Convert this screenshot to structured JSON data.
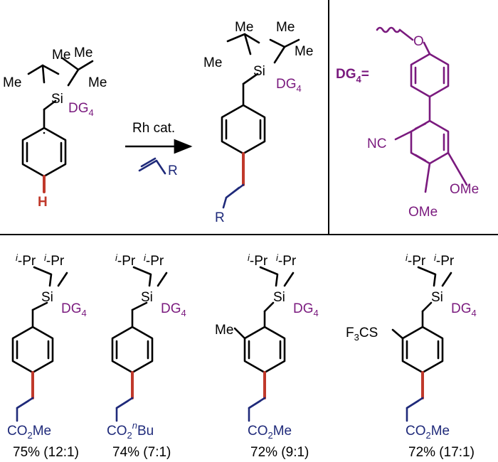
{
  "top": {
    "substrate": {
      "me1": "Me",
      "me2": "Me",
      "me3": "Me",
      "me4": "Me",
      "si": "Si",
      "dg": "DG",
      "dg_sub": "4",
      "h": "H"
    },
    "conditions": {
      "catalyst": "Rh cat.",
      "alkene_r": "R"
    },
    "product": {
      "me1": "Me",
      "me2": "Me",
      "me3": "Me",
      "me4": "Me",
      "si": "Si",
      "dg": "DG",
      "dg_sub": "4",
      "r": "R"
    }
  },
  "dg_panel": {
    "label": "DG",
    "label_sub": "4",
    "label_eq": "=",
    "o": "O",
    "nc": "NC",
    "ome1": "OMe",
    "ome2": "OMe"
  },
  "examples": [
    {
      "ipr1_sup": "i",
      "ipr1": "-Pr",
      "ipr2_sup": "i",
      "ipr2": "-Pr",
      "si": "Si",
      "dg": "DG",
      "dg_sub": "4",
      "ortho": "",
      "ester_pre": "CO",
      "ester_sub": "2",
      "ester_sup": "",
      "ester_post": "Me",
      "yield": "75% (12:1)"
    },
    {
      "ipr1_sup": "i",
      "ipr1": "-Pr",
      "ipr2_sup": "i",
      "ipr2": "-Pr",
      "si": "Si",
      "dg": "DG",
      "dg_sub": "4",
      "ortho": "",
      "ester_pre": "CO",
      "ester_sub": "2",
      "ester_sup": "n",
      "ester_post": "Bu",
      "yield": "74% (7:1)"
    },
    {
      "ipr1_sup": "i",
      "ipr1": "-Pr",
      "ipr2_sup": "i",
      "ipr2": "-Pr",
      "si": "Si",
      "dg": "DG",
      "dg_sub": "4",
      "ortho": "Me",
      "ester_pre": "CO",
      "ester_sub": "2",
      "ester_sup": "",
      "ester_post": "Me",
      "yield": "72% (9:1)"
    },
    {
      "ipr1_sup": "i",
      "ipr1": "-Pr",
      "ipr2_sup": "i",
      "ipr2": "-Pr",
      "si": "Si",
      "dg": "DG",
      "dg_sub": "4",
      "ortho": "F3CS",
      "ester_pre": "CO",
      "ester_sub": "2",
      "ester_sup": "",
      "ester_post": "Me",
      "yield": "72% (17:1)"
    }
  ],
  "colors": {
    "purple": "#7a1a7e",
    "blue": "#1f2a7a",
    "red": "#c0392b"
  }
}
